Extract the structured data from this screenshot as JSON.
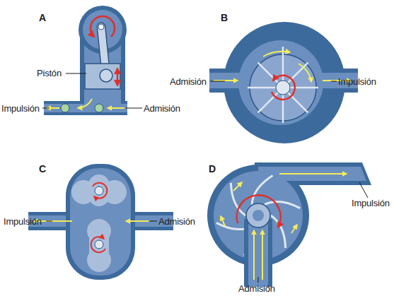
{
  "diagram": {
    "labels": [
      "A",
      "Pistón",
      "Impulsión",
      "Admisión",
      "B",
      "Admisión",
      "Impulsión",
      "C",
      "Impulsión",
      "Admisión",
      "D",
      "Impulsión",
      "Admisión"
    ]
  }
}
